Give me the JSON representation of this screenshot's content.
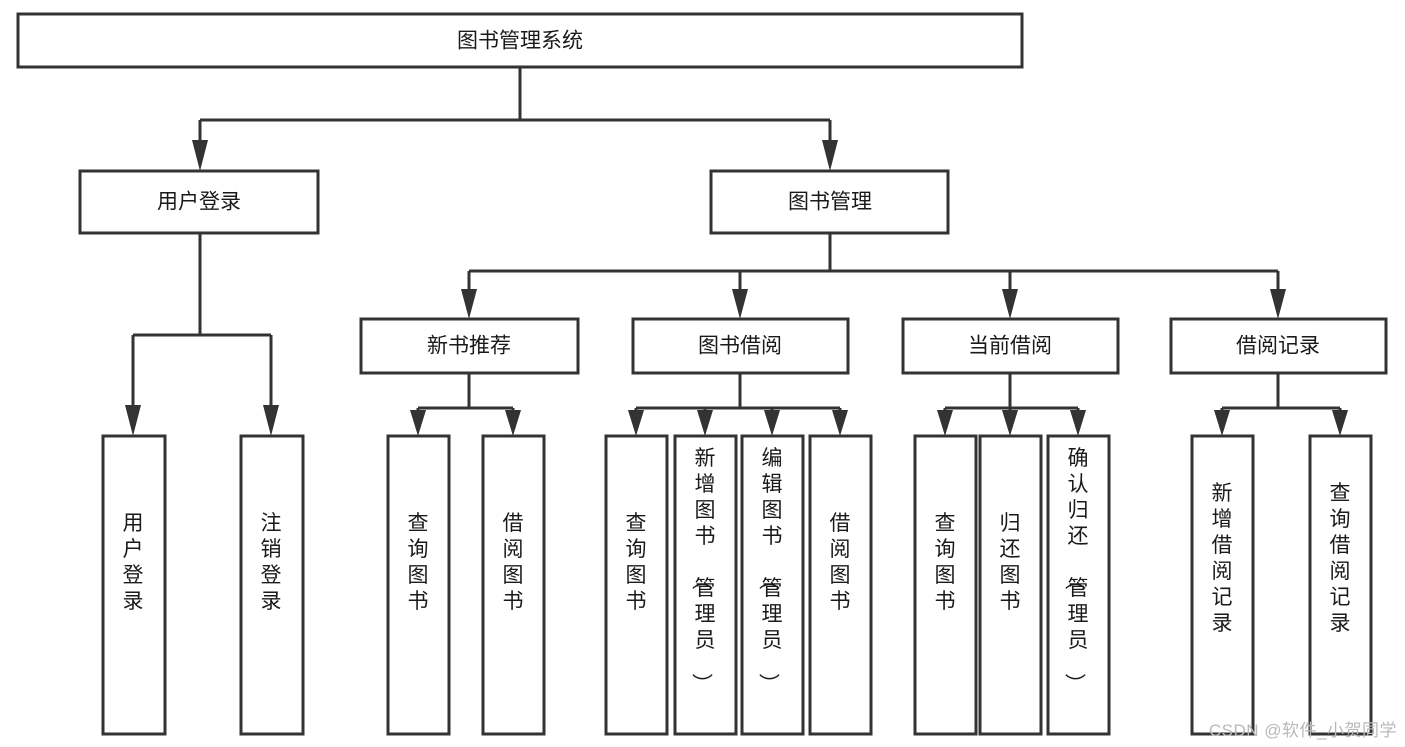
{
  "diagram": {
    "type": "tree-hierarchy",
    "title": "图书管理系统",
    "watermark": "CSDN @软件_小贺同学",
    "colors": {
      "stroke": "#333333",
      "fill": "#ffffff",
      "text": "#1a1a1a",
      "watermark": "#b9b9b9"
    },
    "nodes": {
      "root": {
        "label": "图书管理系统",
        "orientation": "horizontal"
      },
      "level1": [
        {
          "id": "user-login",
          "label": "用户登录",
          "orientation": "horizontal"
        },
        {
          "id": "book-manage",
          "label": "图书管理",
          "orientation": "horizontal"
        }
      ],
      "level2": [
        {
          "id": "new-book-recommend",
          "label": "新书推荐",
          "orientation": "horizontal"
        },
        {
          "id": "book-borrow",
          "label": "图书借阅",
          "orientation": "horizontal"
        },
        {
          "id": "current-borrow",
          "label": "当前借阅",
          "orientation": "horizontal"
        },
        {
          "id": "borrow-record",
          "label": "借阅记录",
          "orientation": "horizontal"
        }
      ],
      "leaves": [
        {
          "id": "leaf-user-login",
          "label": "用户登录",
          "parent": "user-login",
          "orientation": "vertical"
        },
        {
          "id": "leaf-user-logout",
          "label": "注销登录",
          "parent": "user-login",
          "orientation": "vertical"
        },
        {
          "id": "leaf-query-book-1",
          "label": "查询图书",
          "parent": "new-book-recommend",
          "orientation": "vertical"
        },
        {
          "id": "leaf-borrow-book-1",
          "label": "借阅图书",
          "parent": "new-book-recommend",
          "orientation": "vertical"
        },
        {
          "id": "leaf-query-book-2",
          "label": "查询图书",
          "parent": "book-borrow",
          "orientation": "vertical"
        },
        {
          "id": "leaf-add-book",
          "label": "新增图书（管理员）",
          "parent": "book-borrow",
          "orientation": "vertical"
        },
        {
          "id": "leaf-edit-book",
          "label": "编辑图书（管理员）",
          "parent": "book-borrow",
          "orientation": "vertical"
        },
        {
          "id": "leaf-borrow-book-2",
          "label": "借阅图书",
          "parent": "book-borrow",
          "orientation": "vertical"
        },
        {
          "id": "leaf-query-book-3",
          "label": "查询图书",
          "parent": "current-borrow",
          "orientation": "vertical"
        },
        {
          "id": "leaf-return-book",
          "label": "归还图书",
          "parent": "current-borrow",
          "orientation": "vertical"
        },
        {
          "id": "leaf-confirm-return",
          "label": "确认归还（管理员）",
          "parent": "current-borrow",
          "orientation": "vertical"
        },
        {
          "id": "leaf-add-record",
          "label": "新增借阅记录",
          "parent": "borrow-record",
          "orientation": "vertical"
        },
        {
          "id": "leaf-query-record",
          "label": "查询借阅记录",
          "parent": "borrow-record",
          "orientation": "vertical"
        }
      ]
    },
    "edges": [
      {
        "from": "图书管理系统",
        "to": "用户登录"
      },
      {
        "from": "图书管理系统",
        "to": "图书管理"
      },
      {
        "from": "用户登录",
        "to": "用户登录"
      },
      {
        "from": "用户登录",
        "to": "注销登录"
      },
      {
        "from": "图书管理",
        "to": "新书推荐"
      },
      {
        "from": "图书管理",
        "to": "图书借阅"
      },
      {
        "from": "图书管理",
        "to": "当前借阅"
      },
      {
        "from": "图书管理",
        "to": "借阅记录"
      },
      {
        "from": "新书推荐",
        "to": "查询图书"
      },
      {
        "from": "新书推荐",
        "to": "借阅图书"
      },
      {
        "from": "图书借阅",
        "to": "查询图书"
      },
      {
        "from": "图书借阅",
        "to": "新增图书（管理员）"
      },
      {
        "from": "图书借阅",
        "to": "编辑图书（管理员）"
      },
      {
        "from": "图书借阅",
        "to": "借阅图书"
      },
      {
        "from": "当前借阅",
        "to": "查询图书"
      },
      {
        "from": "当前借阅",
        "to": "归还图书"
      },
      {
        "from": "当前借阅",
        "to": "确认归还（管理员）"
      },
      {
        "from": "借阅记录",
        "to": "新增借阅记录"
      },
      {
        "from": "借阅记录",
        "to": "查询借阅记录"
      }
    ]
  }
}
